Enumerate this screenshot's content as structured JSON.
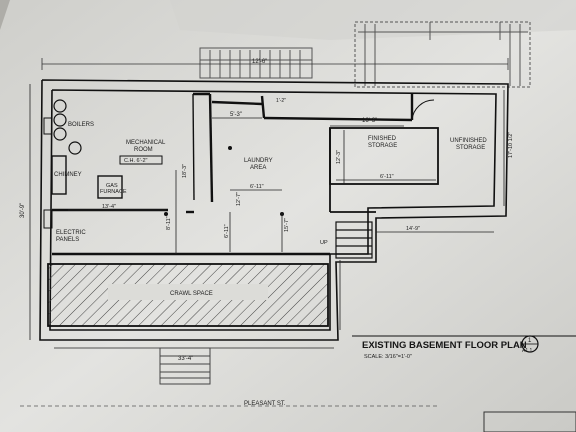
{
  "sheet": {
    "title": "EXISTING BASEMENT FLOOR PLAN",
    "scale": "SCALE: 3/16\"=1'-0\"",
    "tag_top": "1",
    "tag_bottom": "A1.1"
  },
  "rooms": {
    "boilers": "BOILERS",
    "chimney": "CHIMNEY",
    "electric_panels_1": "ELECTRIC",
    "electric_panels_2": "PANELS",
    "mechanical_1": "MECHANICAL",
    "mechanical_2": "ROOM",
    "mechanical_ceiling": "C.H. 6'-2\"",
    "gas_furnace_1": "GAS",
    "gas_furnace_2": "FURNACE",
    "laundry_1": "LAUNDRY",
    "laundry_2": "AREA",
    "finished_storage_1": "FINISHED",
    "finished_storage_2": "STORAGE",
    "unfinished_storage_1": "UNFINISHED",
    "unfinished_storage_2": "STORAGE",
    "crawl_space": "CRAWL SPACE",
    "up": "UP",
    "street": "PLEASANT ST."
  },
  "dimensions": {
    "deck_top": "12'-6\"",
    "d_5_3": "5'-3\"",
    "d_1_2": "1'-2\"",
    "d_16_3": "16'-3\"",
    "d_18_3": "18'-3\"",
    "d_6_11_upper": "6'-11\"",
    "d_12_7": "12'-7\"",
    "d_13_4": "13'-4\"",
    "d_6_11_left": "6'-11\"",
    "d_8_11": "8'-11\"",
    "d_12_3": "12'-3\"",
    "d_6_11_mid": "6'-11\"",
    "d_15_7": "15'-7\"",
    "d_17_10": "17'-10 1/2\"",
    "d_14_9": "14'-9\"",
    "d_30_9": "30'-9\"",
    "d_33_4": "33'-4\""
  }
}
